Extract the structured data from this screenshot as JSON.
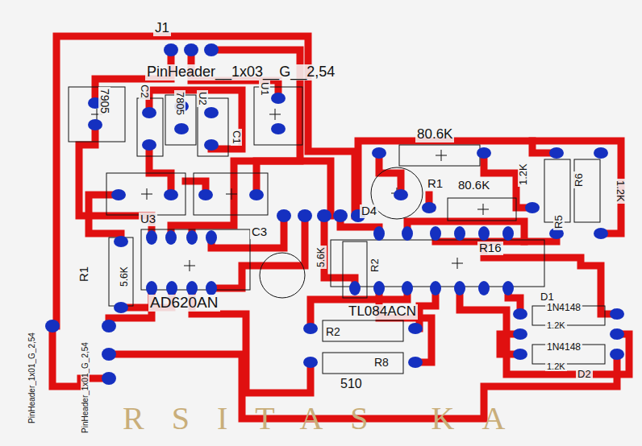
{
  "diagram": {
    "labels": [
      "J1",
      "PinHeader__1x03__G__2,54",
      "7905",
      "C2",
      "7805",
      "U2",
      "C1",
      "U1",
      "U3",
      "C3",
      "80.6K",
      "R1",
      "80.6K",
      "R16",
      "1.2K",
      "R6",
      "R5",
      "1.2K",
      "D4",
      "R2",
      "5.6K",
      "R1",
      "5.6K",
      "AD620AN",
      "TL084ACN",
      "D1",
      "1N4148",
      "1N4148",
      "D2",
      "1.2K",
      "1.2K",
      "R2",
      "R8",
      "510",
      "PinHeader_1x01_G_2,54",
      "PinHeader_1x01_G_2,54",
      "RSITAS KA"
    ]
  }
}
